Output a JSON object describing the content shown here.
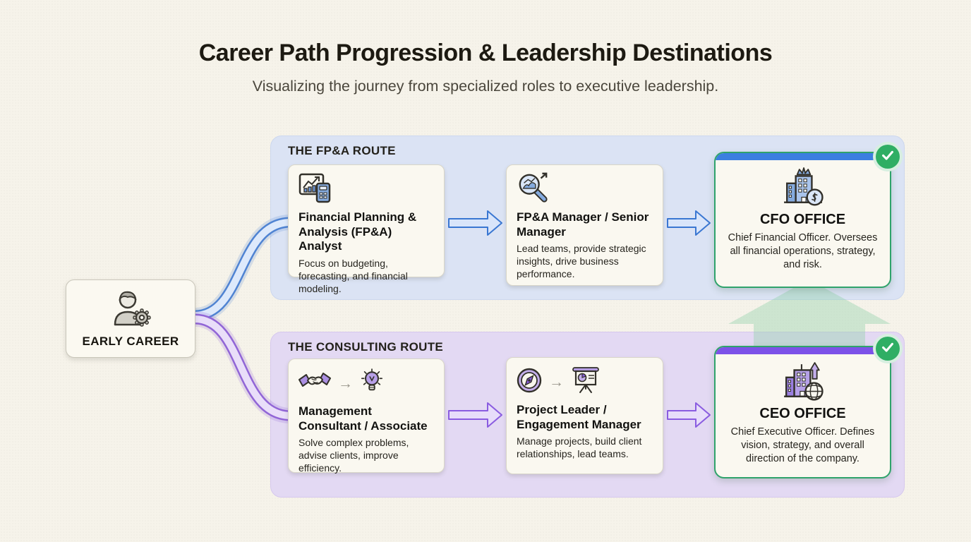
{
  "page": {
    "title": "Career Path Progression & Leadership Destinations",
    "subtitle": "Visualizing the journey from specialized roles to executive leadership."
  },
  "colors": {
    "background": "#f6f3ea",
    "fpa_accent": "#3b7fe0",
    "consulting_accent": "#7c52e8",
    "success_green": "#2fae64",
    "fpa_panel_bg": "#dbe3f4",
    "consulting_panel_bg": "#e3d9f3",
    "merge_arrow_green": "#96d3b0"
  },
  "start_node": {
    "label": "EARLY CAREER",
    "icon": "person-gear-icon"
  },
  "fpa_route": {
    "label": "THE FP&A ROUTE",
    "steps": [
      {
        "icon": "chart-calculator-icon",
        "title": "Financial Planning & Analysis (FP&A) Analyst",
        "description": "Focus on budgeting, forecasting, and financial modeling."
      },
      {
        "icon": "magnifier-chart-icon",
        "title": "FP&A Manager / Senior Manager",
        "description": "Lead teams, provide strategic insights, drive business performance."
      }
    ],
    "destination": {
      "icon": "crowned-building-coin-icon",
      "badge_icon": "check-icon",
      "title": "CFO OFFICE",
      "description": "Chief Financial Officer. Oversees all financial operations, strategy, and risk."
    }
  },
  "consulting_route": {
    "label": "THE CONSULTING ROUTE",
    "icon_separator": "→",
    "steps": [
      {
        "icons": [
          "handshake-icon",
          "lightbulb-icon"
        ],
        "title": "Management Consultant / Associate",
        "description": "Solve complex problems, advise clients, improve efficiency."
      },
      {
        "icons": [
          "compass-icon",
          "presentation-chart-icon"
        ],
        "title": "Project Leader / Engagement Manager",
        "description": "Manage projects, build client relationships, lead teams."
      }
    ],
    "destination": {
      "icon": "building-growth-globe-icon",
      "badge_icon": "check-icon",
      "title": "CEO OFFICE",
      "description": "Chief Executive Officer. Defines vision, strategy, and overall direction of the company."
    }
  }
}
